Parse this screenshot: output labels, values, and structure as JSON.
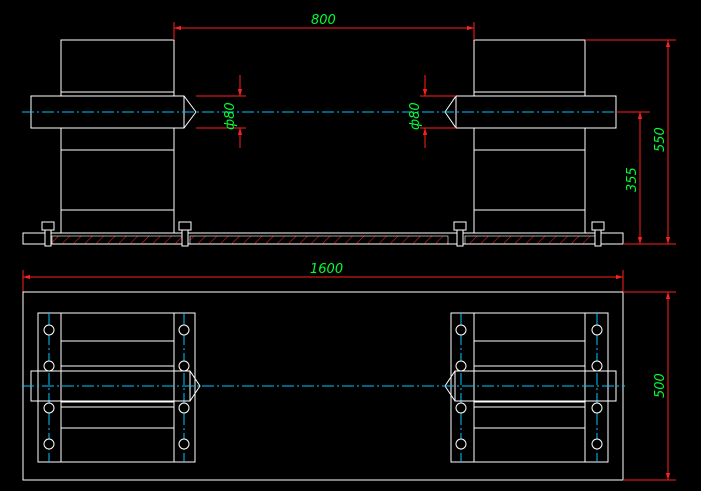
{
  "dimensions": {
    "top_span": "800",
    "shaft_dia_left": "ф80",
    "shaft_dia_right": "ф80",
    "height_center": "355",
    "height_total": "550",
    "base_length": "1600",
    "base_width": "500"
  },
  "colors": {
    "background": "#000000",
    "outline": "#ffffff",
    "hatch": "#ff2020",
    "dimension": "#ff2020",
    "centerline": "#00c8ff",
    "text": "#00ff33"
  }
}
